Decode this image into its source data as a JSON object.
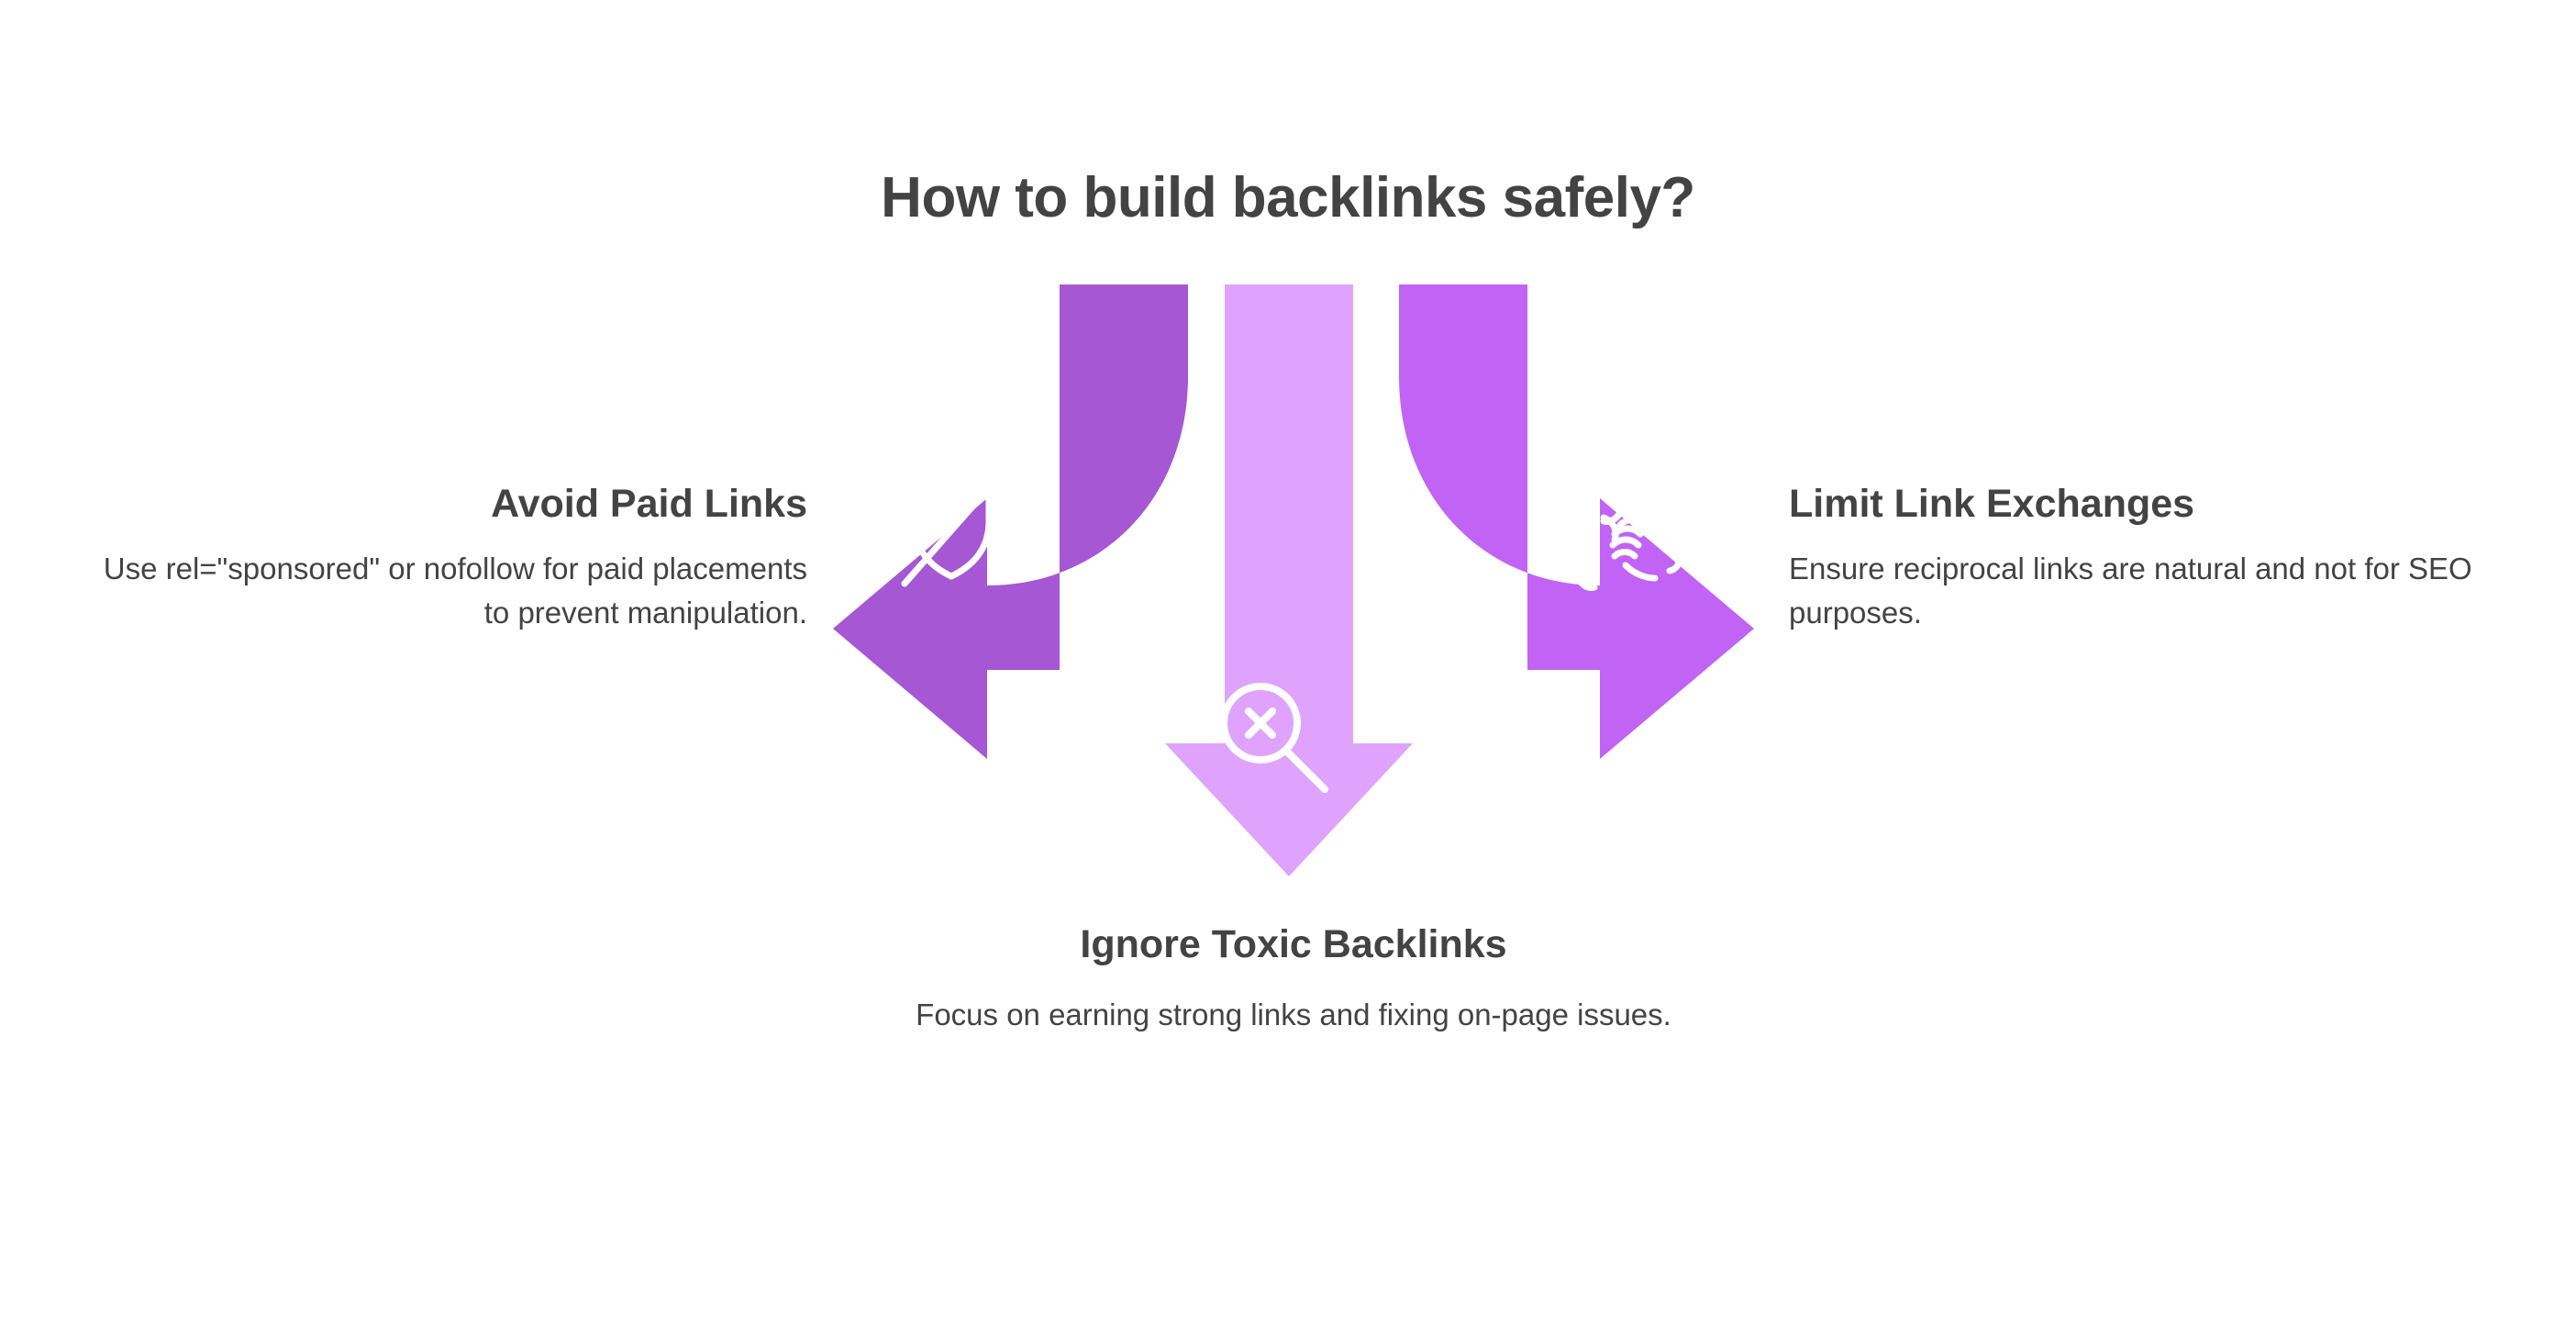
{
  "page": {
    "title": "How to build backlinks safely?",
    "background_color": "#ffffff",
    "text_color": "#434343"
  },
  "diagram": {
    "type": "three-branch-arrow-split",
    "arrows": [
      {
        "id": "left-arrow",
        "direction": "curves-down-then-left",
        "color": "#A557D4",
        "icon": "shield-off-icon"
      },
      {
        "id": "center-arrow",
        "direction": "straight-down",
        "color": "#DFA3FD",
        "icon": "search-x-icon"
      },
      {
        "id": "right-arrow",
        "direction": "curves-down-then-right",
        "color": "#C163F5",
        "icon": "handshake-icon"
      }
    ]
  },
  "nodes": {
    "left": {
      "title": "Avoid Paid Links",
      "description": "Use rel=\"sponsored\" or nofollow for paid placements to prevent manipulation.",
      "accent_color": "#A557D4",
      "icon": "shield-off-icon"
    },
    "bottom": {
      "title": "Ignore Toxic Backlinks",
      "description": "Focus on earning strong links and fixing on-page issues.",
      "accent_color": "#DFA3FD",
      "icon": "search-x-icon"
    },
    "right": {
      "title": "Limit Link Exchanges",
      "description": "Ensure reciprocal links are natural and not for SEO purposes.",
      "accent_color": "#C163F5",
      "icon": "handshake-icon"
    }
  }
}
